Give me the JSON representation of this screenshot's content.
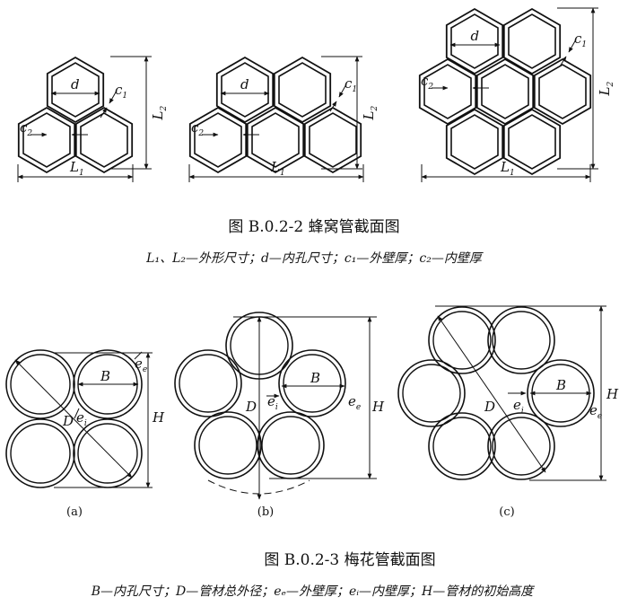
{
  "figure1": {
    "caption": "图 B.0.2-2   蜂窝管截面图",
    "legend": "L₁、L₂—外形尺寸；d—内孔尺寸；c₁—外壁厚；c₂—内壁厚",
    "labels": {
      "L1": "L",
      "L1_sub": "1",
      "L2": "L",
      "L2_sub": "2",
      "d": "d",
      "c1": "c",
      "c1_sub": "1",
      "c2": "c",
      "c2_sub": "2"
    }
  },
  "figure2": {
    "caption": "图 B.0.2-3   梅花管截面图",
    "legend": "B—内孔尺寸；D—管材总外径；eₑ—外壁厚；eᵢ—内壁厚；H—管材的初始高度",
    "labels": {
      "B": "B",
      "D": "D",
      "H": "H",
      "e": "e",
      "e_sub_e": "e",
      "e_sub_i": "i"
    },
    "panels": [
      "(a)",
      "(b)",
      "(c)"
    ]
  }
}
